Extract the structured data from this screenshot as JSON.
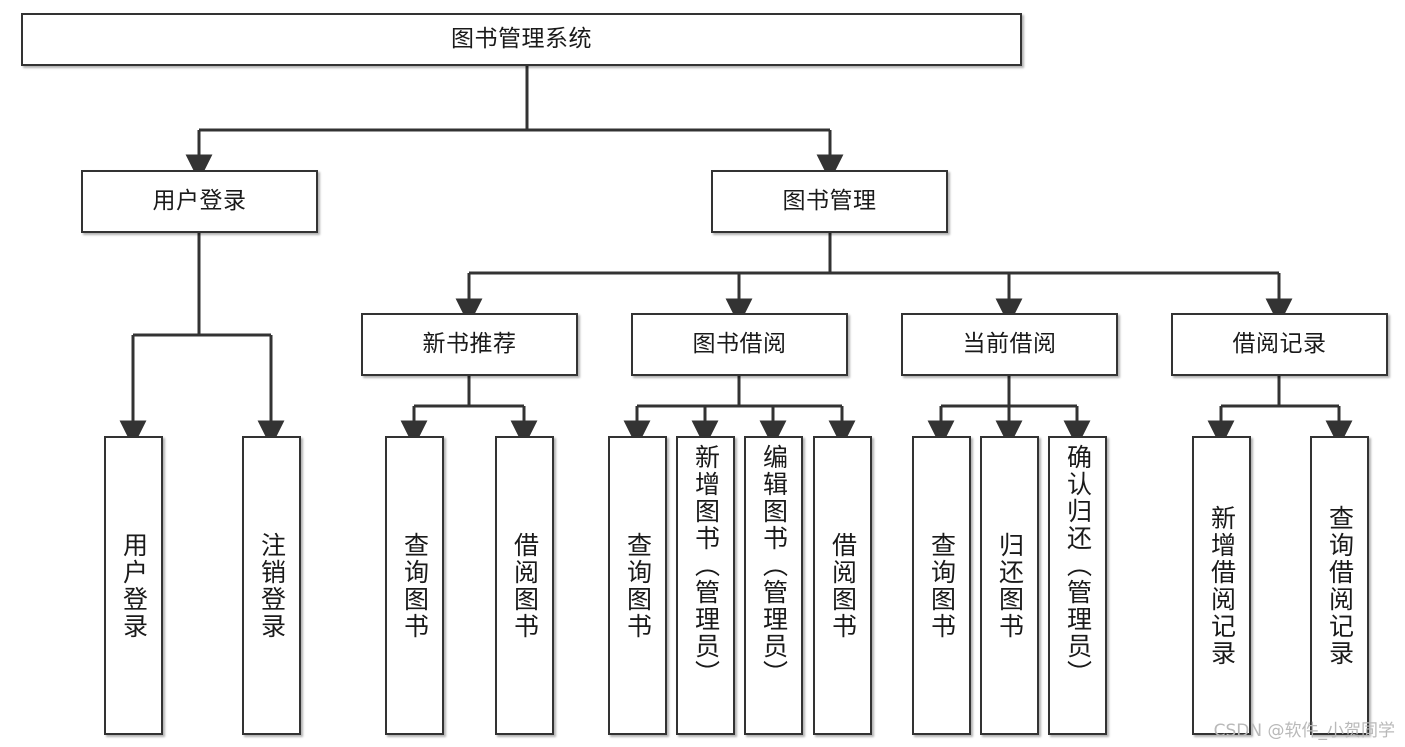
{
  "diagram": {
    "title": "图书管理系统",
    "watermark": "CSDN @软件_小贺同学",
    "type": "tree",
    "colors": {
      "box_border": "#333333",
      "box_fill": "#ffffff",
      "edge": "#333333",
      "text": "#1a1a1a",
      "watermark": "#b9b9b9"
    },
    "nodes": {
      "root": {
        "label": "图书管理系统"
      },
      "level2": [
        {
          "id": "user_login",
          "label": "用户登录"
        },
        {
          "id": "book_mgmt",
          "label": "图书管理"
        }
      ],
      "level3": [
        {
          "id": "new_book_rec",
          "label": "新书推荐"
        },
        {
          "id": "book_borrow",
          "label": "图书借阅"
        },
        {
          "id": "current_borrow",
          "label": "当前借阅"
        },
        {
          "id": "borrow_record",
          "label": "借阅记录"
        }
      ],
      "leaves": {
        "user_login": [
          {
            "id": "leaf_user_login",
            "label": "用户登录"
          },
          {
            "id": "leaf_user_logout",
            "label": "注销登录"
          }
        ],
        "new_book_rec": [
          {
            "id": "leaf_query_book_1",
            "label": "查询图书"
          },
          {
            "id": "leaf_borrow_book_1",
            "label": "借阅图书"
          }
        ],
        "book_borrow": [
          {
            "id": "leaf_query_book_2",
            "label": "查询图书"
          },
          {
            "id": "leaf_add_book",
            "label": "新增图书（管理员）"
          },
          {
            "id": "leaf_edit_book",
            "label": "编辑图书（管理员）"
          },
          {
            "id": "leaf_borrow_book_2",
            "label": "借阅图书"
          }
        ],
        "current_borrow": [
          {
            "id": "leaf_query_book_3",
            "label": "查询图书"
          },
          {
            "id": "leaf_return_book",
            "label": "归还图书"
          },
          {
            "id": "leaf_confirm_return",
            "label": "确认归还（管理员）"
          }
        ],
        "borrow_record": [
          {
            "id": "leaf_add_record",
            "label": "新增借阅记录"
          },
          {
            "id": "leaf_query_record",
            "label": "查询借阅记录"
          }
        ]
      }
    }
  }
}
